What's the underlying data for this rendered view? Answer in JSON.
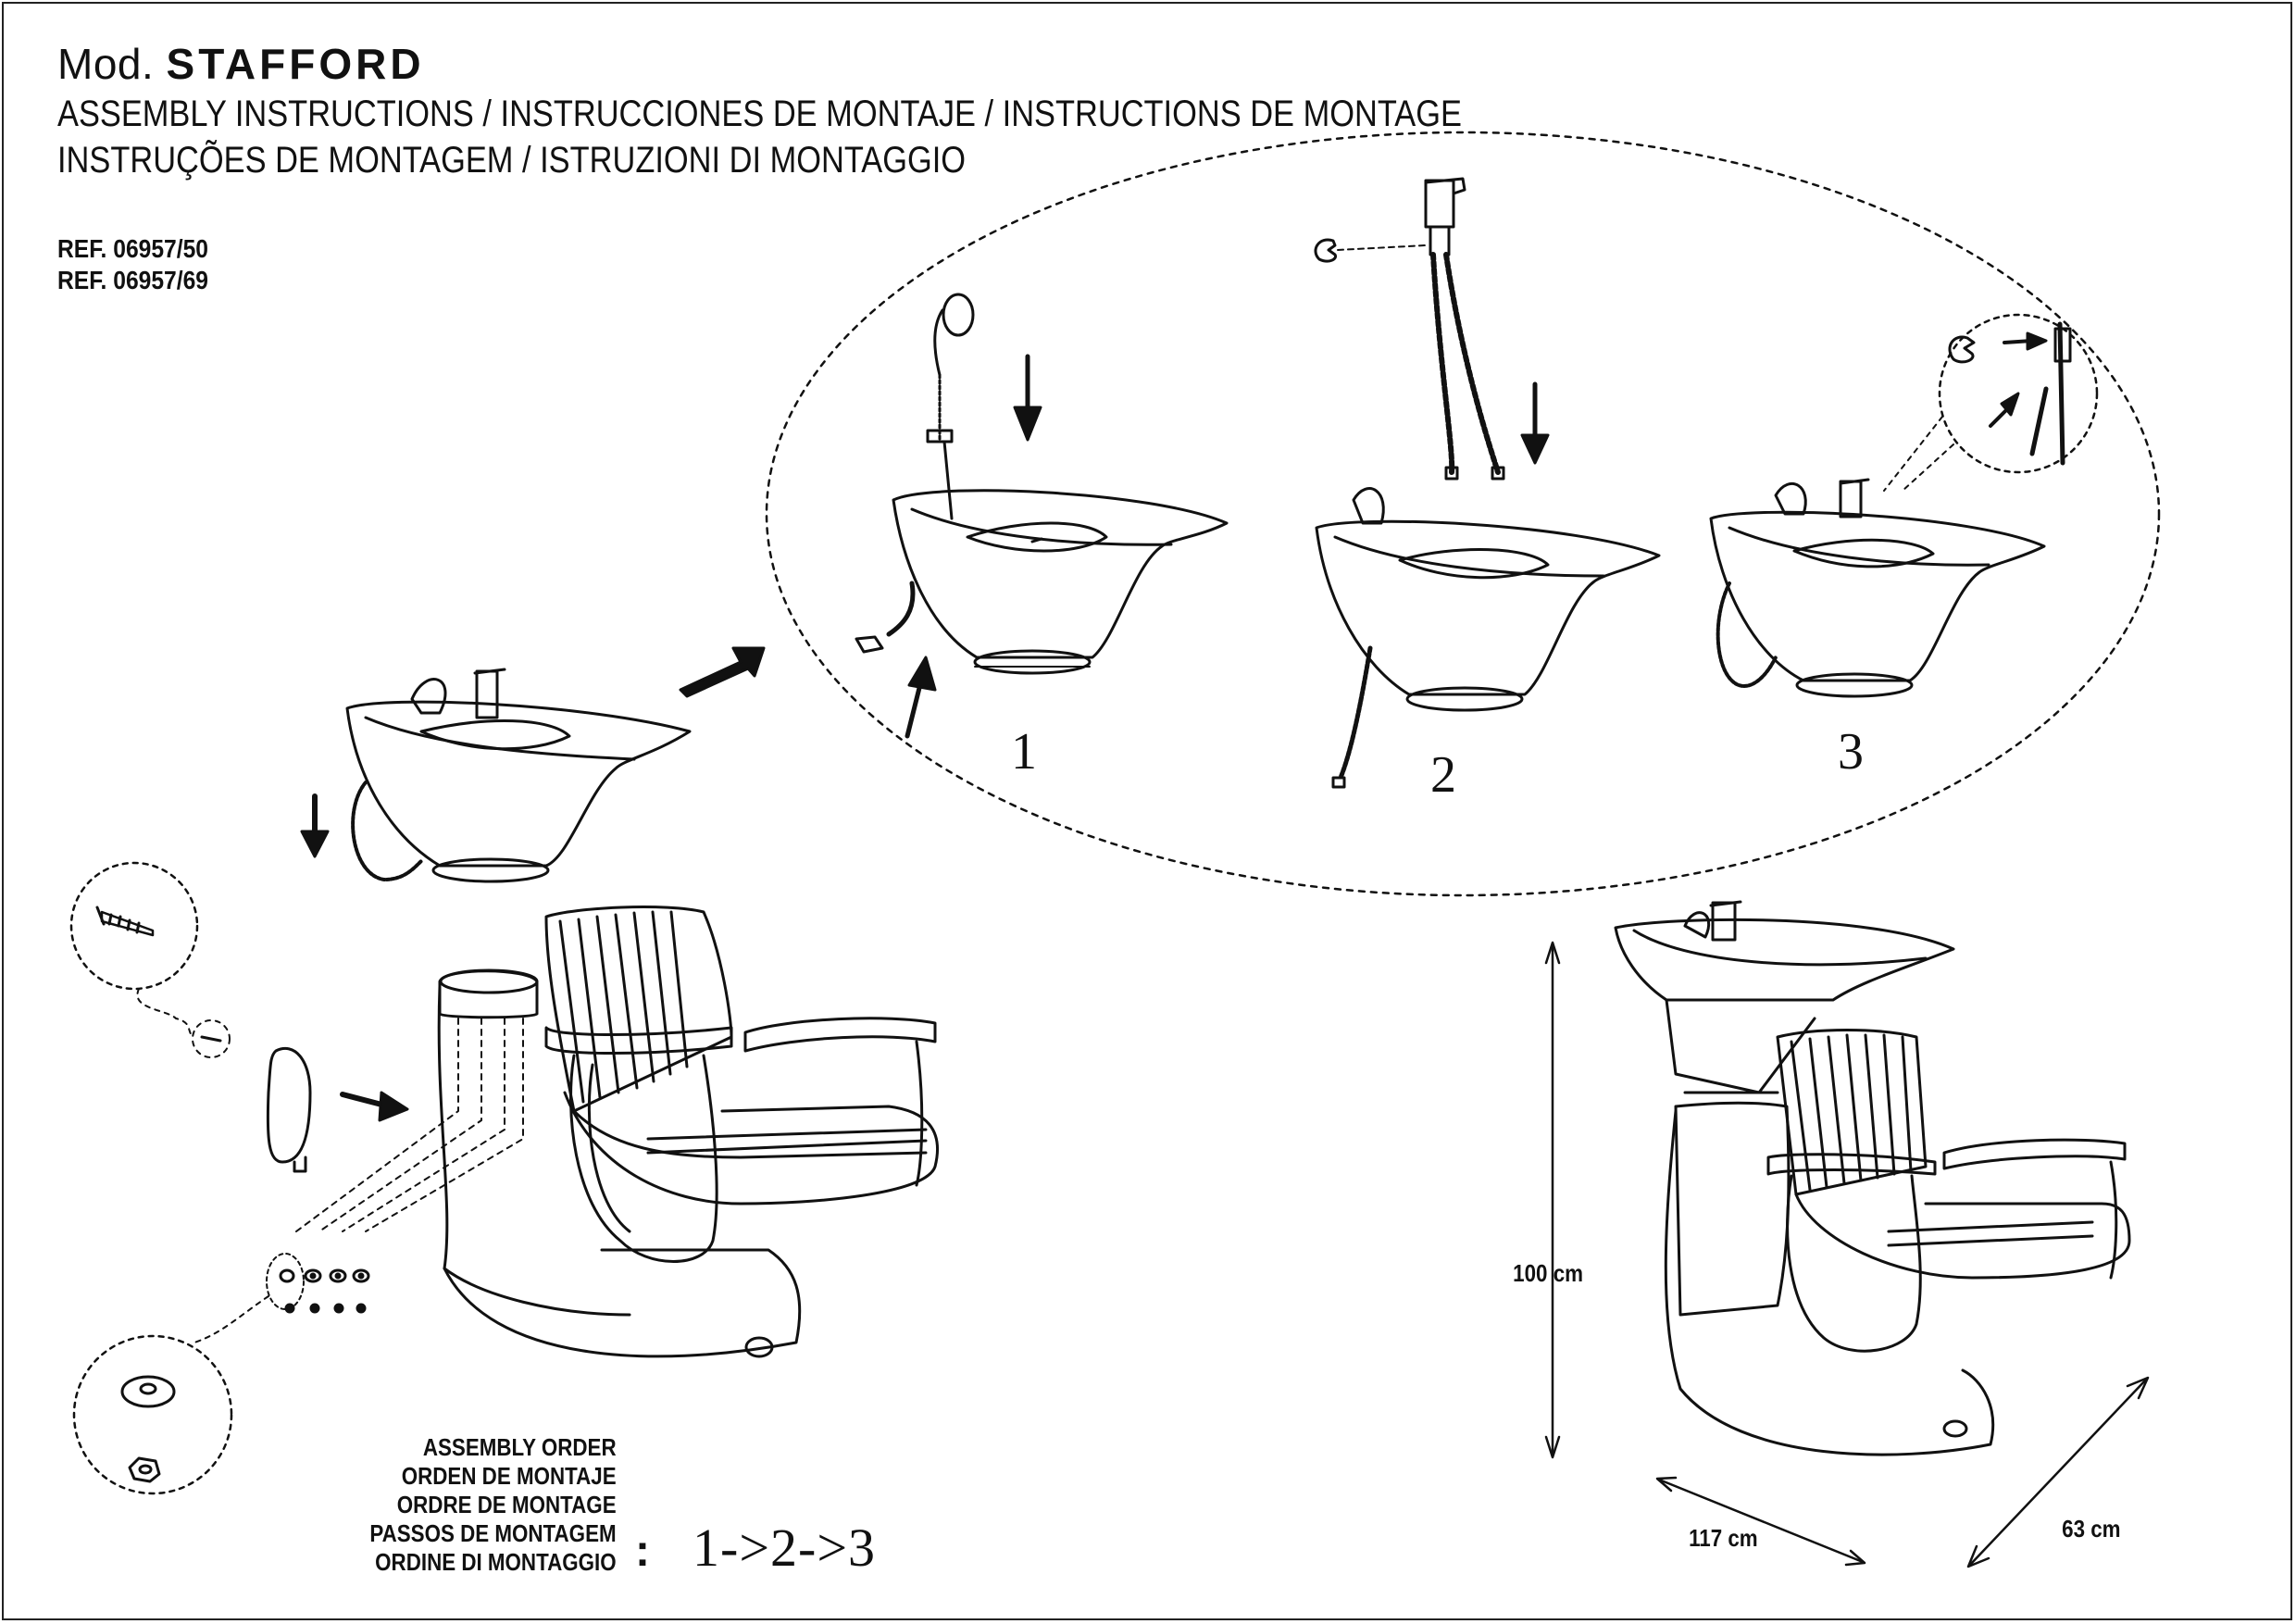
{
  "header": {
    "model_prefix": "Mod.",
    "model_name": "STAFFORD",
    "title_line_1": "ASSEMBLY INSTRUCTIONS  /  INSTRUCCIONES DE MONTAJE  / INSTRUCTIONS DE MONTAGE",
    "title_line_2": "INSTRUÇÕES DE MONTAGEM / ISTRUZIONI DI MONTAGGIO"
  },
  "references": [
    "REF. 06957/50",
    "REF. 06957/69"
  ],
  "steps": [
    "1",
    "2",
    "3"
  ],
  "assembly_order": {
    "labels": [
      "ASSEMBLY ORDER",
      "ORDEN DE MONTAJE",
      "ORDRE DE MONTAGE",
      "PASSOS DE MONTAGEM",
      "ORDINE DI MONTAGGIO"
    ],
    "colon": ":",
    "sequence": "1->2->3"
  },
  "dimensions": {
    "height": "100 cm",
    "length": "117 cm",
    "width": "63 cm"
  }
}
